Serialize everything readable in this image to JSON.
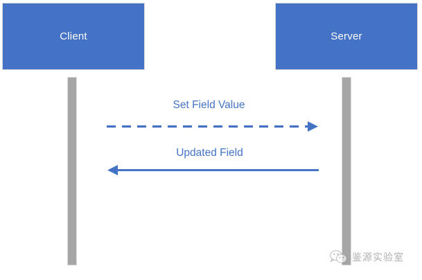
{
  "diagram": {
    "type": "sequence-diagram",
    "background_color": "#FFFFFF",
    "participants": [
      {
        "id": "client",
        "label": "Client",
        "box_color": "#4472C4",
        "text_color": "#FFFFFF",
        "lifeline_color": "#A6A6A6"
      },
      {
        "id": "server",
        "label": "Server",
        "box_color": "#4472C4",
        "text_color": "#FFFFFF",
        "lifeline_color": "#A6A6A6"
      }
    ],
    "messages": [
      {
        "id": "set-field-value",
        "label": "Set Field Value",
        "from": "client",
        "to": "server",
        "direction": "right",
        "line_style": "dashed",
        "color": "#4472C4"
      },
      {
        "id": "updated-field",
        "label": "Updated Field",
        "from": "server",
        "to": "client",
        "direction": "left",
        "line_style": "solid",
        "color": "#4472C4"
      }
    ]
  },
  "watermark": {
    "text": "鉴源实验室",
    "icon": "wechat-icon",
    "color": "#7F7F7F"
  }
}
